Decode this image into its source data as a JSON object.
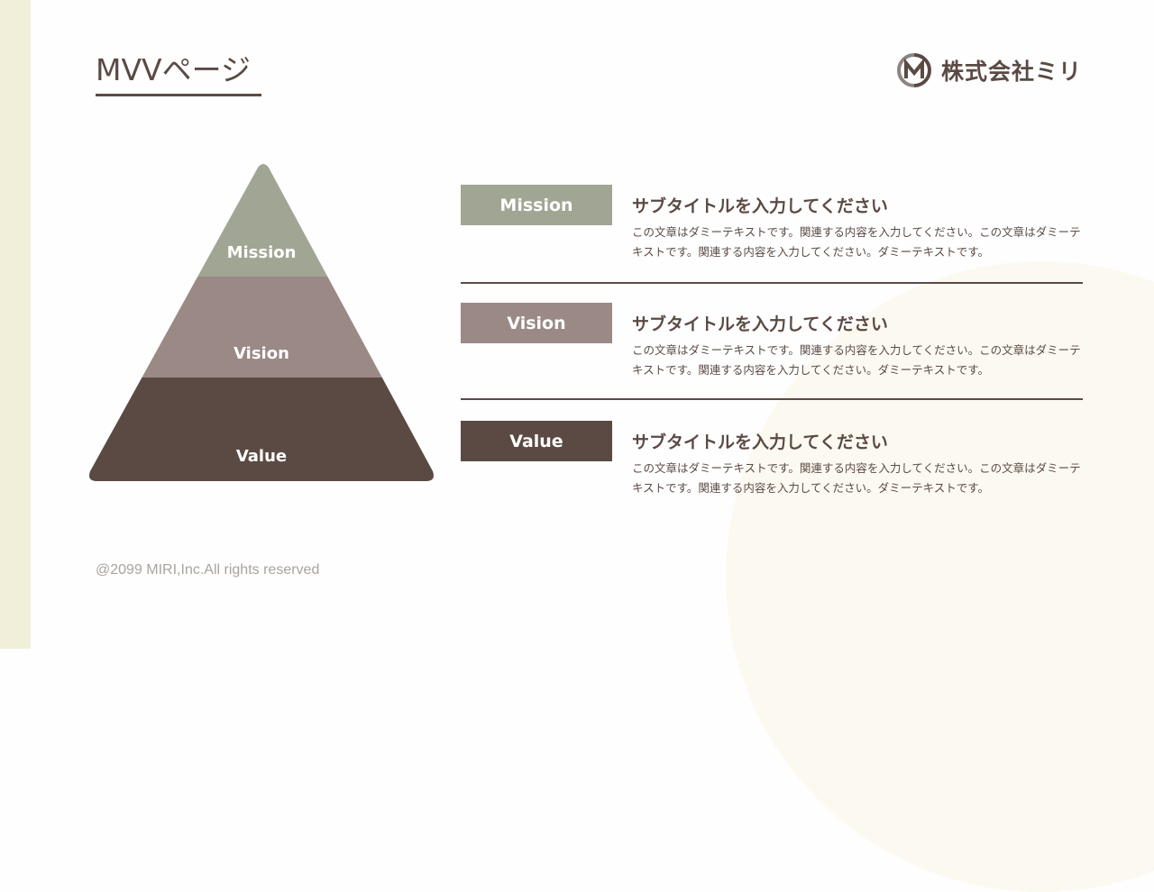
{
  "header": {
    "title": "MVVページ",
    "company_name": "株式会社ミリ",
    "logo_letter": "M"
  },
  "colors": {
    "mission": "#a1a593",
    "vision": "#9a8985",
    "value": "#5b4a44",
    "text": "#5b4a44",
    "left_bar": "#f1efd9"
  },
  "pyramid": {
    "levels": [
      {
        "label": "Mission"
      },
      {
        "label": "Vision"
      },
      {
        "label": "Value"
      }
    ]
  },
  "rows": [
    {
      "tag": "Mission",
      "subtitle": "サブタイトルを入力してください",
      "description": "この文章はダミーテキストです。関連する内容を入力してください。この文章はダミーテキストです。関連する内容を入力してください。ダミーテキストです。"
    },
    {
      "tag": "Vision",
      "subtitle": "サブタイトルを入力してください",
      "description": "この文章はダミーテキストです。関連する内容を入力してください。この文章はダミーテキストです。関連する内容を入力してください。ダミーテキストです。"
    },
    {
      "tag": "Value",
      "subtitle": "サブタイトルを入力してください",
      "description": "この文章はダミーテキストです。関連する内容を入力してください。この文章はダミーテキストです。関連する内容を入力してください。ダミーテキストです。"
    }
  ],
  "footer": {
    "copyright": "@2099 MIRI,Inc.All rights reserved"
  }
}
